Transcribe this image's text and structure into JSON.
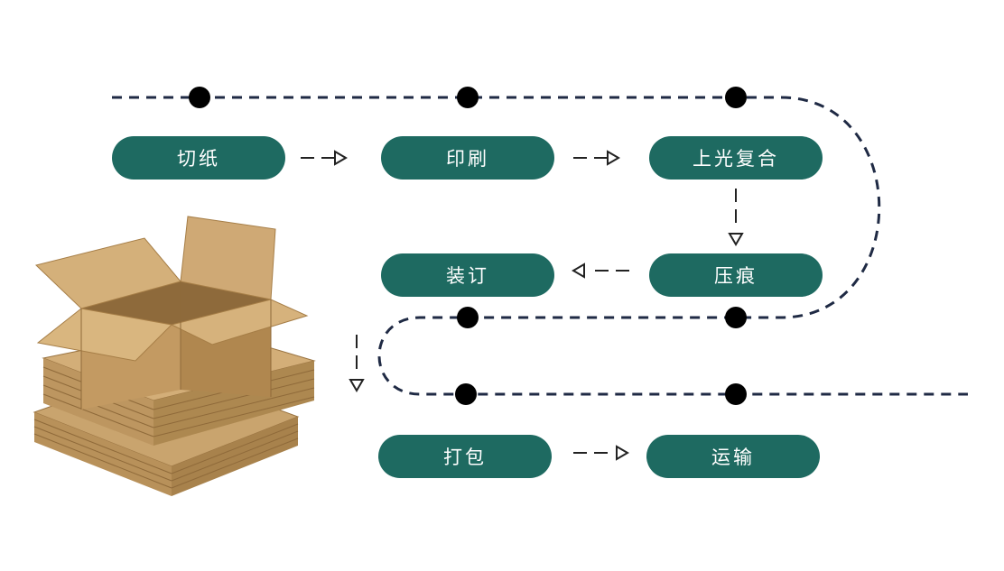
{
  "colors": {
    "pill_fill": "#1e6a61",
    "pill_text": "#ffffff",
    "path_line": "#1f2a44",
    "node_dot": "#000000",
    "arrow": "#222222",
    "cardboard": "#c9a46e"
  },
  "process": {
    "steps": [
      {
        "id": "cut",
        "label": "切纸"
      },
      {
        "id": "print",
        "label": "印刷"
      },
      {
        "id": "gloss",
        "label": "上光复合"
      },
      {
        "id": "crease",
        "label": "压痕"
      },
      {
        "id": "bind",
        "label": "装订"
      },
      {
        "id": "pack",
        "label": "打包"
      },
      {
        "id": "ship",
        "label": "运输"
      }
    ],
    "flow": [
      [
        "cut",
        "print"
      ],
      [
        "print",
        "gloss"
      ],
      [
        "gloss",
        "crease"
      ],
      [
        "crease",
        "bind"
      ],
      [
        "bind",
        "pack"
      ],
      [
        "pack",
        "ship"
      ]
    ]
  },
  "illustration": {
    "icon": "cardboard-boxes-icon"
  }
}
